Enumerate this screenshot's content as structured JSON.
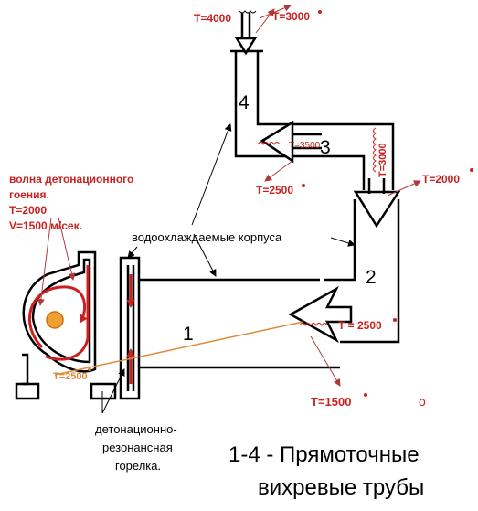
{
  "colors": {
    "outline": "#000000",
    "flame": "#cc2020",
    "beam": "#e08a3a",
    "pointer": "#b03a3a"
  },
  "labels": {
    "t_in_4000": "T=4000",
    "t_out_3000": "T=3000",
    "sec4": "4",
    "t_3500": "T=3500",
    "sec3": "3",
    "t_3000_vert": "T=3000",
    "t_2500_top": "T=2500",
    "t_2000_right": "T=2000",
    "wave_l1": "волна детонационного",
    "wave_l2": "гоения.",
    "wave_l3": "T=2000",
    "wave_l4": "V=1500 м/сек.",
    "cooled": "водоохлаждаемые корпуса",
    "sec2": "2",
    "sec1": "1",
    "t_2500_mid": "T = 2500",
    "t_2500_burner": "T=2500",
    "t_1500": "T=1500",
    "stray_o": "o",
    "burner_l1": "детонационно-",
    "burner_l2": "резонансная",
    "burner_l3": "горелка.",
    "caption_l1": "1-4 - Прямоточные",
    "caption_l2": "вихревые трубы"
  }
}
